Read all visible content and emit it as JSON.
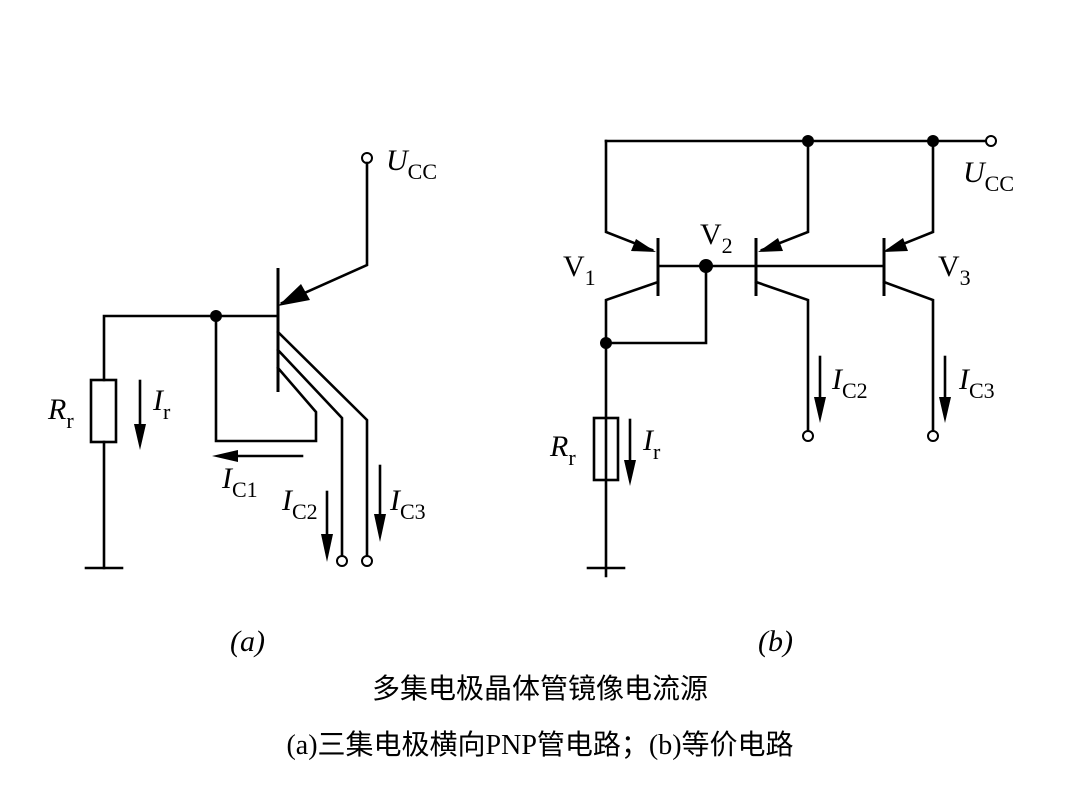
{
  "diagram_a": {
    "supply": {
      "main": "U",
      "sub": "CC"
    },
    "resistor": {
      "main": "R",
      "sub": "r"
    },
    "current_r": {
      "main": "I",
      "sub": "r"
    },
    "current_c1": {
      "main": "I",
      "sub": "C1"
    },
    "current_c2": {
      "main": "I",
      "sub": "C2"
    },
    "current_c3": {
      "main": "I",
      "sub": "C3"
    },
    "tag": "(a)"
  },
  "diagram_b": {
    "supply": {
      "main": "U",
      "sub": "CC"
    },
    "v1": {
      "main": "V",
      "sub": "1"
    },
    "v2": {
      "main": "V",
      "sub": "2"
    },
    "v3": {
      "main": "V",
      "sub": "3"
    },
    "resistor": {
      "main": "R",
      "sub": "r"
    },
    "current_r": {
      "main": "I",
      "sub": "r"
    },
    "current_c2": {
      "main": "I",
      "sub": "C2"
    },
    "current_c3": {
      "main": "I",
      "sub": "C3"
    },
    "tag": "(b)"
  },
  "caption": {
    "title": "多集电极晶体管镜像电流源",
    "subtitle": "(a)三集电极横向PNP管电路；(b)等价电路"
  }
}
